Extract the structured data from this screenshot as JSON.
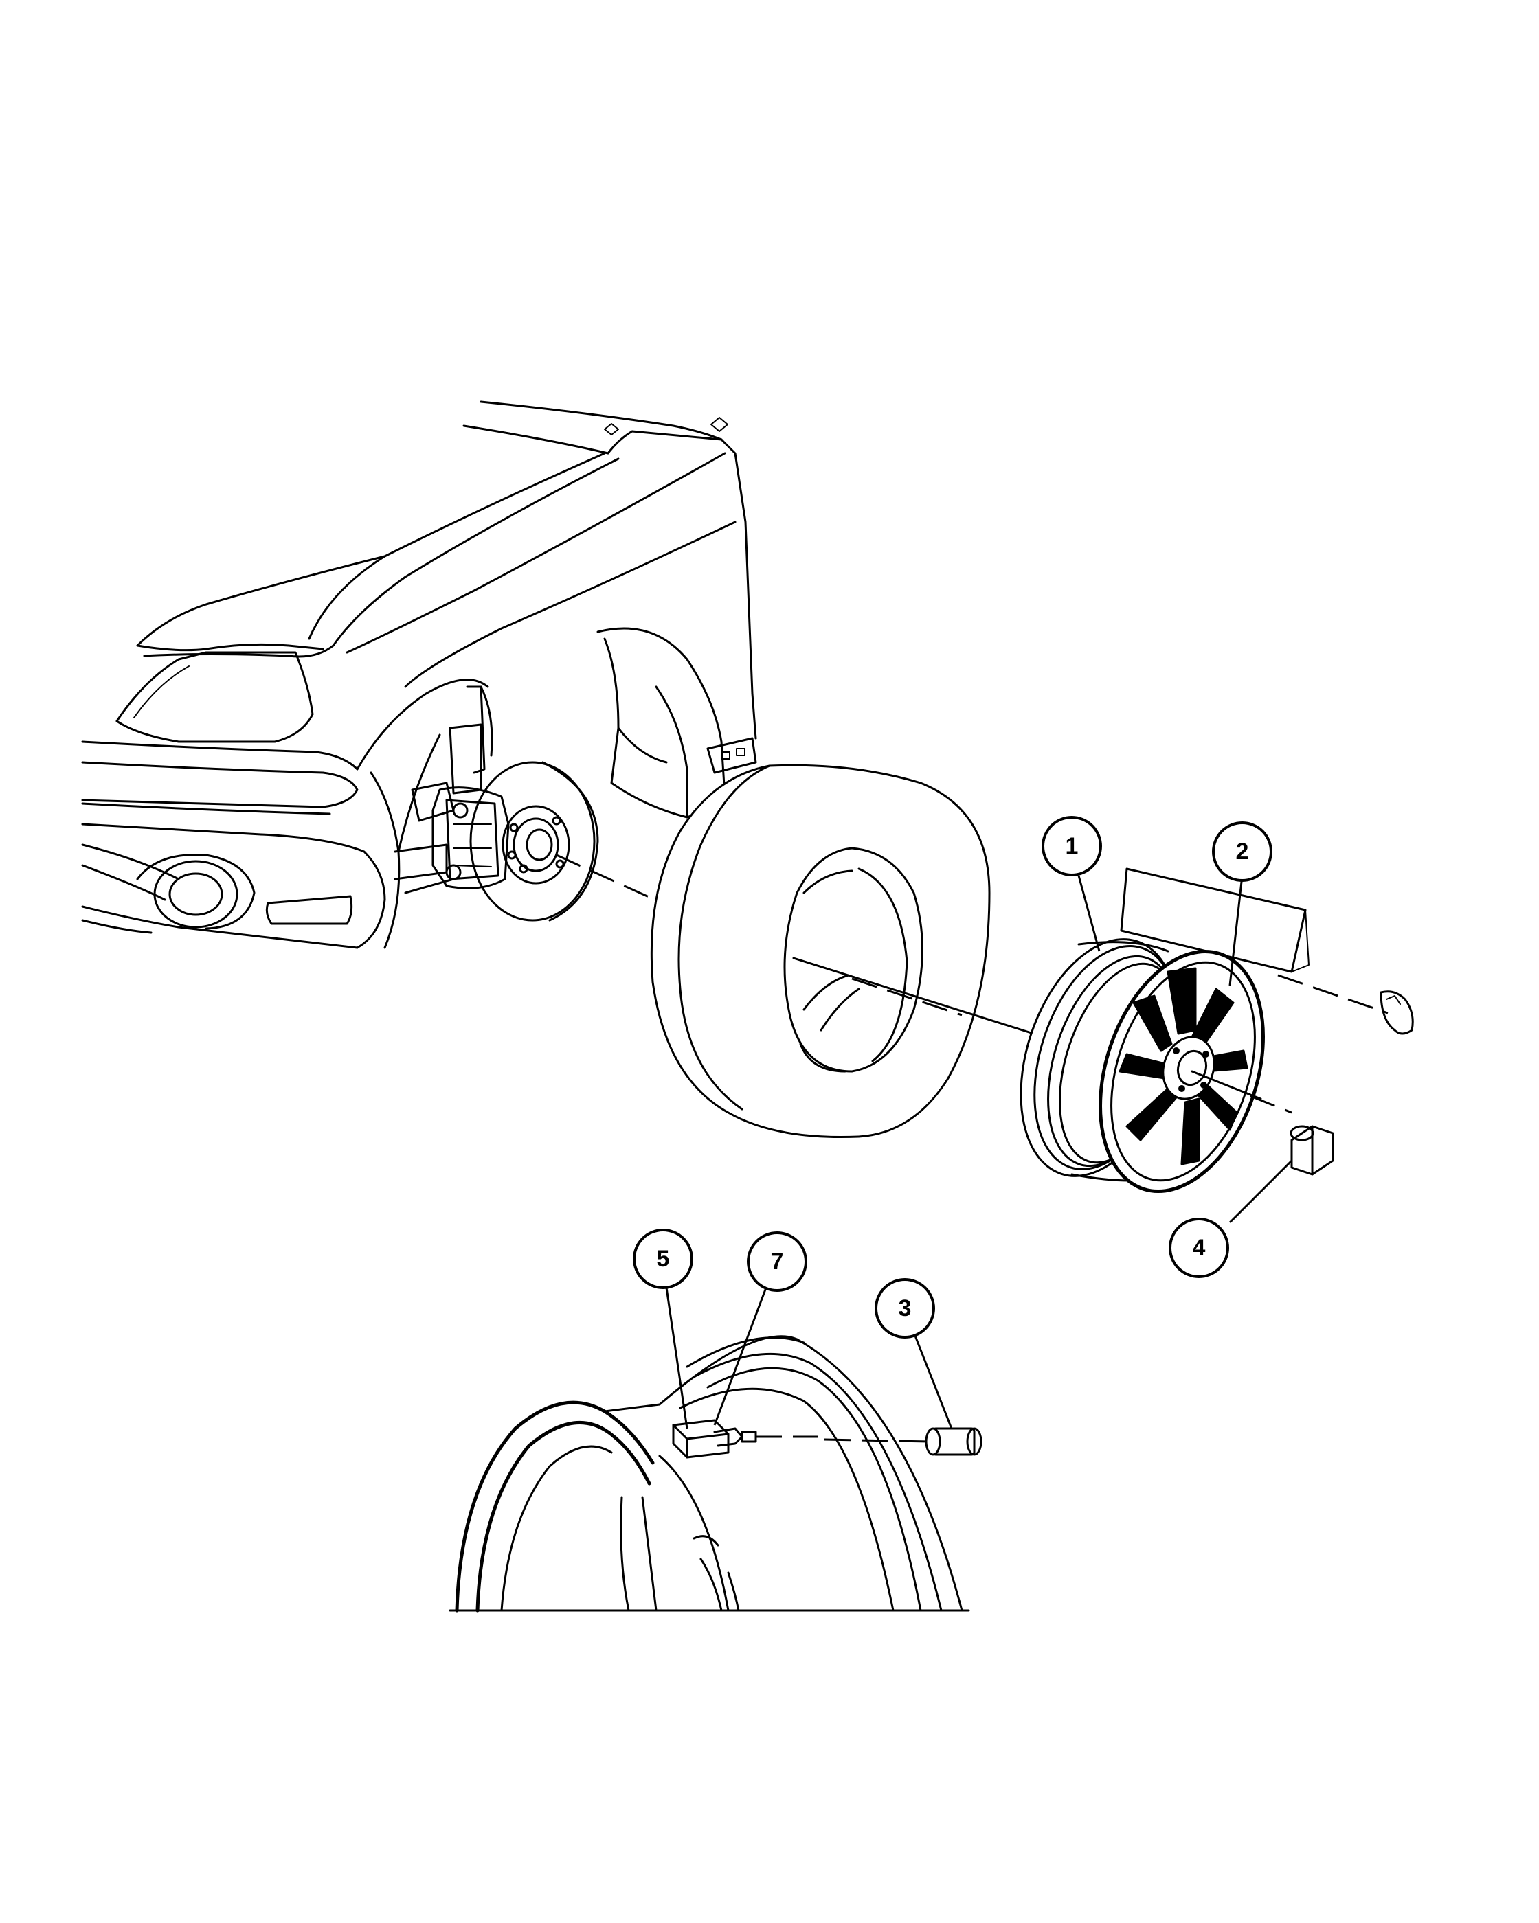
{
  "callouts": [
    {
      "id": "1",
      "label": "1"
    },
    {
      "id": "2",
      "label": "2"
    },
    {
      "id": "4",
      "label": "4"
    },
    {
      "id": "5",
      "label": "5"
    },
    {
      "id": "7",
      "label": "7"
    },
    {
      "id": "3",
      "label": "3"
    }
  ]
}
